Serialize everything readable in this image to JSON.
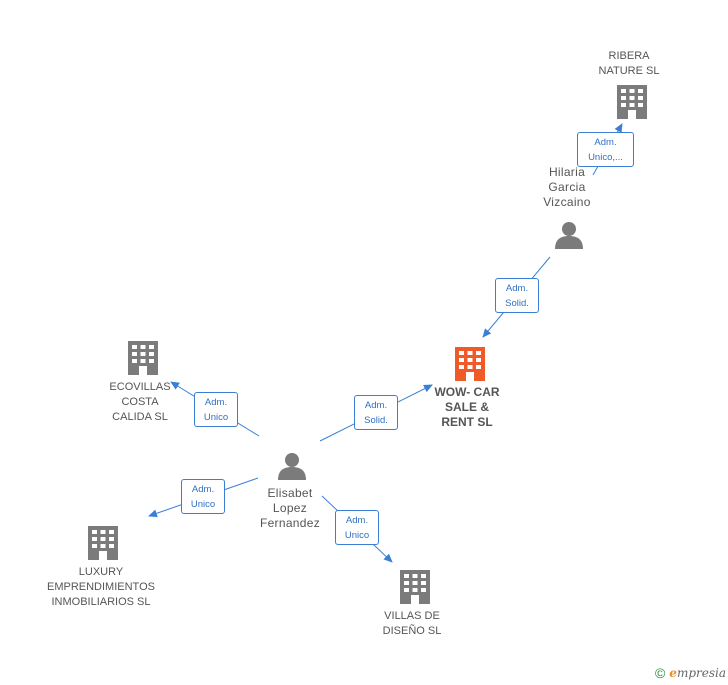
{
  "companies": {
    "ribera": "RIBERA\nNATURE  SL",
    "wow": "WOW- CAR\nSALE &\nRENT  SL",
    "ecovillas": "ECOVILLAS\nCOSTA\nCALIDA  SL",
    "luxury": "LUXURY\nEMPRENDIMIENTOS\nINMOBILIARIOS SL",
    "villas": "VILLAS DE\nDISEÑO  SL"
  },
  "persons": {
    "hilaria": "Hilaria\nGarcia\nVizcaino",
    "elisabet": "Elisabet\nLopez\nFernandez"
  },
  "edges": {
    "hilaria_ribera": "Adm.\nUnico,...",
    "hilaria_wow": "Adm.\nSolid.",
    "elisabet_wow": "Adm.\nSolid.",
    "elisabet_ecovillas": "Adm.\nUnico",
    "elisabet_luxury": "Adm.\nUnico",
    "elisabet_villas": "Adm.\nUnico"
  },
  "colors": {
    "edge": "#3a7fd5",
    "company_icon": "#7b7b7b",
    "main_company_icon": "#f05a28",
    "person_icon": "#7b7b7b"
  },
  "footer": {
    "copyright": "©",
    "brand_initial": "e",
    "brand_rest": "mpresia"
  }
}
